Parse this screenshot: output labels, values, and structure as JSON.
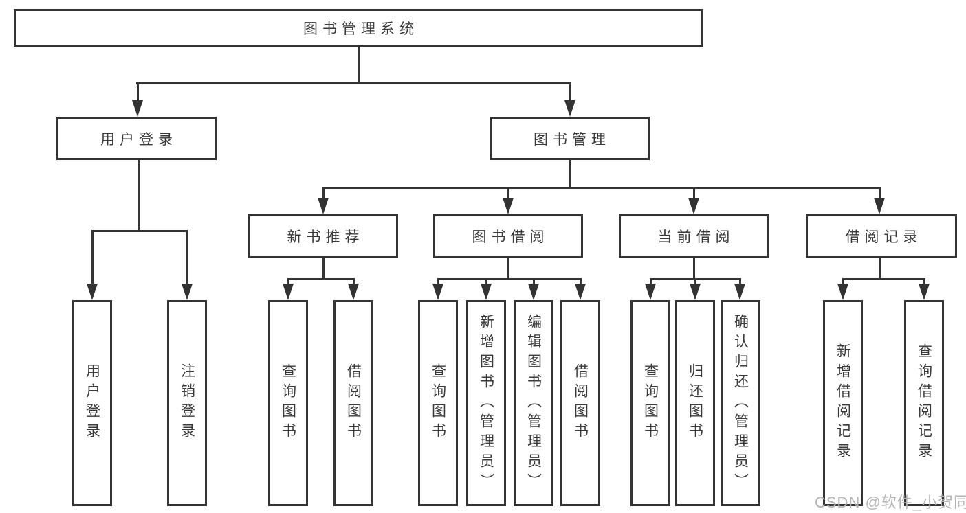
{
  "diagram": {
    "title": "图书管理系统",
    "nodes": {
      "root": "图书管理系统",
      "l2": [
        "用户登录",
        "图书管理"
      ],
      "l3": [
        "新书推荐",
        "图书借阅",
        "当前借阅",
        "借阅记录"
      ],
      "leaves": [
        "用户登录",
        "注销登录",
        "查询图书",
        "借阅图书",
        "查询图书",
        "新增图书（管理员）",
        "编辑图书（管理员）",
        "借阅图书",
        "查询图书",
        "归还图书",
        "确认归还（管理员）",
        "新增借阅记录",
        "查询借阅记录"
      ]
    },
    "colors": {
      "line": "#333333",
      "text": "#3a3a3a",
      "watermark": "#b5b5b5",
      "background": "#ffffff"
    }
  },
  "watermark": "CSDN @软件_小贺同学"
}
